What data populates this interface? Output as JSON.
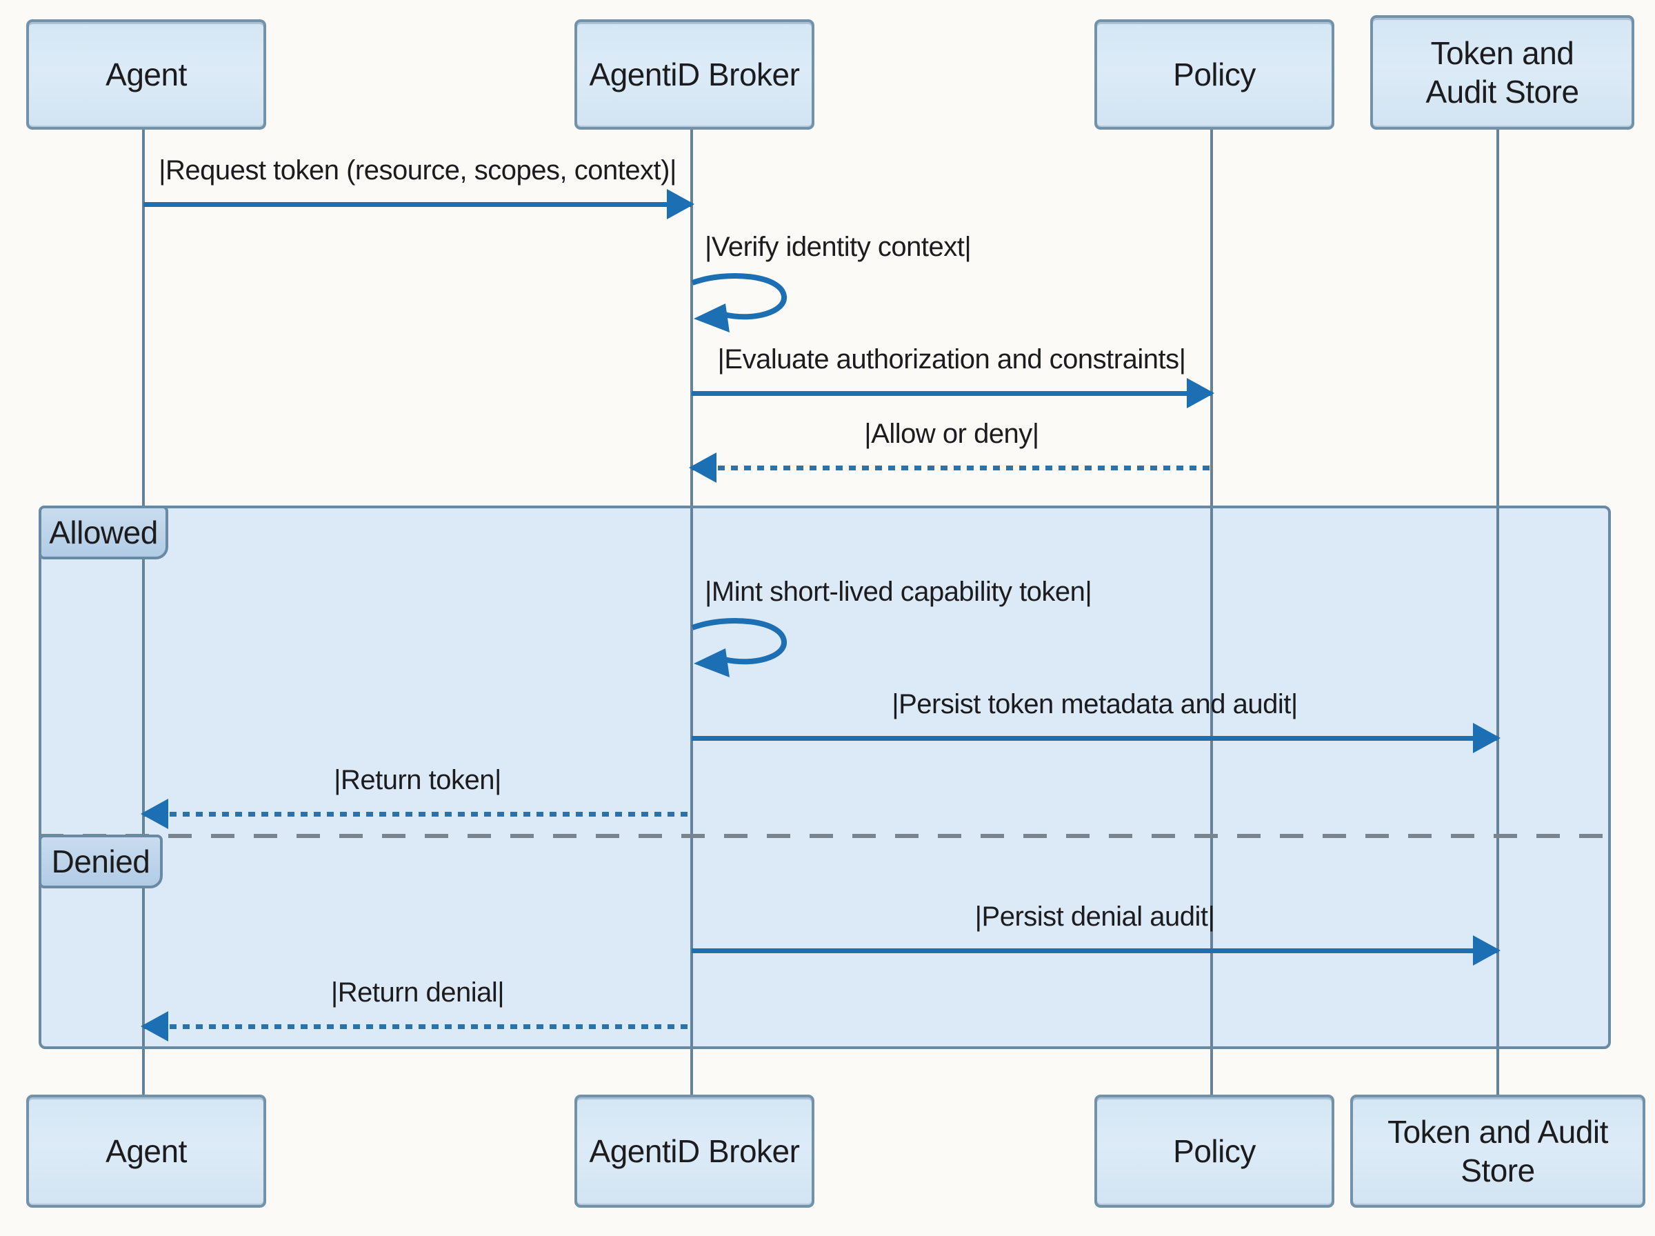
{
  "diagram_type": "sequence-diagram",
  "colors": {
    "background": "#fbfaf7",
    "participant_fill": "#d7e7f5",
    "participant_border": "#7292a9",
    "lifeline": "#64839a",
    "arrow_blue": "#1d6fb3",
    "alt_fill": "#dceaf8",
    "alt_border": "#688aa4",
    "tab_fill": "#b9d2e8",
    "divider_gray": "#79848f",
    "text": "#1c1c1e"
  },
  "participants": {
    "agent": "Agent",
    "broker": "AgentiD Broker",
    "policy": "Policy",
    "store": "Token and Audit Store"
  },
  "alt": {
    "allowed_label": "Allowed",
    "denied_label": "Denied"
  },
  "messages": [
    {
      "label": "|Request token (resource, scopes, context)|",
      "from": "agent",
      "to": "broker",
      "style": "solid"
    },
    {
      "label": "|Verify identity context|",
      "from": "broker",
      "to": "broker",
      "style": "self"
    },
    {
      "label": "|Evaluate authorization and constraints|",
      "from": "broker",
      "to": "policy",
      "style": "solid"
    },
    {
      "label": "|Allow or deny|",
      "from": "policy",
      "to": "broker",
      "style": "dotted"
    },
    {
      "label": "|Mint short-lived capability token|",
      "from": "broker",
      "to": "broker",
      "style": "self",
      "section": "Allowed"
    },
    {
      "label": "|Persist token metadata and audit|",
      "from": "broker",
      "to": "store",
      "style": "solid",
      "section": "Allowed"
    },
    {
      "label": "|Return token|",
      "from": "broker",
      "to": "agent",
      "style": "dotted",
      "section": "Allowed"
    },
    {
      "label": "|Persist denial audit|",
      "from": "broker",
      "to": "store",
      "style": "solid",
      "section": "Denied"
    },
    {
      "label": "|Return denial|",
      "from": "broker",
      "to": "agent",
      "style": "dotted",
      "section": "Denied"
    }
  ]
}
